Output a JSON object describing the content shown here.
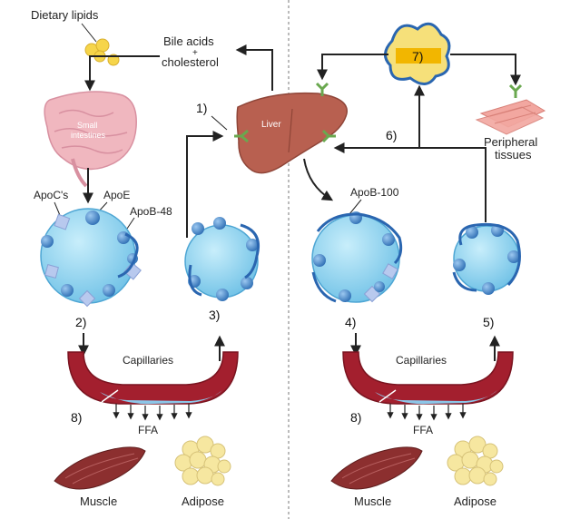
{
  "labels": {
    "dietary_lipids": "Dietary lipids",
    "bile_acids": "Bile acids",
    "plus": "+",
    "cholesterol": "cholesterol",
    "small": "Small",
    "intestines": "intestines",
    "liver": "Liver",
    "apoc": "ApoC's",
    "apoe": "ApoE",
    "apob48": "ApoB-48",
    "apob100": "ApoB-100",
    "peripheral": "Peripheral",
    "tissues": "tissues",
    "capillaries_left": "Capillaries",
    "capillaries_right": "Capillaries",
    "ffa_left": "FFA",
    "ffa_right": "FFA",
    "muscle_left": "Muscle",
    "adipose_left": "Adipose",
    "muscle_right": "Muscle",
    "adipose_right": "Adipose"
  },
  "markers": {
    "m1": "1)",
    "m2": "2)",
    "m3": "3)",
    "m4": "4)",
    "m5": "5)",
    "m6": "6)",
    "m7": "7)",
    "m8_left": "8)",
    "m8_right": "8)"
  },
  "colors": {
    "particle_fill": "#8fd3ee",
    "particle_dot": "#4a8fd0",
    "apo_strand": "#2a66b0",
    "liver": "#b86050",
    "capillary": "#a31f2e",
    "plasma": "#8cc6e8",
    "highlight_7": "#f2b600",
    "receptor": "#6aa84f",
    "lipid_yellow": "#f6d54a",
    "muscle": "#8c2f2f",
    "adipose": "#f6e7a0",
    "intestine": "#f0b7bf",
    "tissue_pink": "#f2a7a0"
  }
}
